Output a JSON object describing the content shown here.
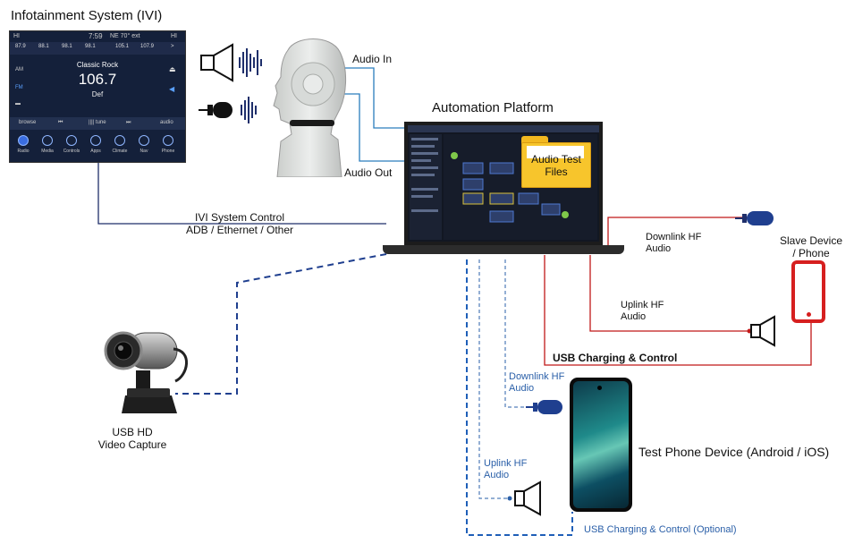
{
  "ivi": {
    "title": "Infotainment System (IVI)",
    "status_left": "HI",
    "status_time": "7:59",
    "status_temp": "NE  70° ext",
    "status_right": "HI",
    "presets": [
      "87.9",
      "88.1",
      "98.1",
      "98.1",
      "105.1",
      "107.9"
    ],
    "bands": [
      "AM",
      "FM"
    ],
    "station_name": "Classic Rock",
    "frequency": "106.7",
    "genre": "Def",
    "controls": [
      "browse",
      "⏮",
      "|||| tune",
      "⏭",
      "audio"
    ],
    "apps": [
      "Radio",
      "Media",
      "Controls",
      "Apps",
      "Climate",
      "Nav",
      "Phone"
    ]
  },
  "labels": {
    "audio_in": "Audio In",
    "audio_out": "Audio Out",
    "platform": "Automation Platform",
    "ivi_control_line1": "IVI System Control",
    "ivi_control_line2": "ADB / Ethernet / Other",
    "downlink_hf_slave_1": "Downlink HF",
    "downlink_hf_slave_2": "Audio",
    "slave_device_1": "Slave Device",
    "slave_device_2": "/ Phone",
    "uplink_hf_slave_1": "Uplink HF",
    "uplink_hf_slave_2": "Audio",
    "usb_charging_control": "USB Charging & Control",
    "downlink_hf_test_1": "Downlink HF",
    "downlink_hf_test_2": "Audio",
    "test_phone": "Test Phone Device (Android / iOS)",
    "uplink_hf_test_1": "Uplink HF",
    "uplink_hf_test_2": "Audio",
    "usb_charging_optional": "USB Charging & Control (Optional)",
    "webcam_1": "USB HD",
    "webcam_2": "Video Capture"
  },
  "folder": {
    "line1": "Audio Test",
    "line2": "Files"
  },
  "colors": {
    "ivi_line": "#1f2f6b",
    "audio_line": "#2a7dbd",
    "red_line": "#c01818",
    "dashed_blue": "#1f3f8f",
    "folder": "#f7c52c"
  },
  "icons": [
    "speaker-icon",
    "sound-wave-icon",
    "microphone-icon",
    "mannequin-head-icon",
    "laptop-icon",
    "folder-icon",
    "webcam-icon",
    "smartphone-icon"
  ]
}
